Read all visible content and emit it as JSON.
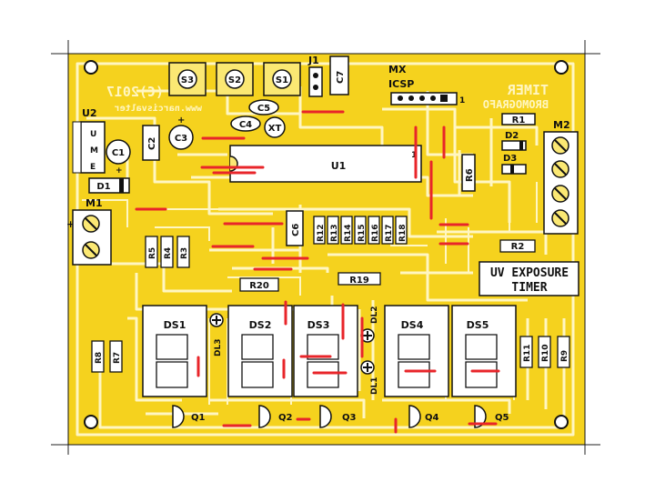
{
  "board": {
    "title_line1": "UV EXPOSURE",
    "title_line2": "TIMER",
    "mirror_brand_1": "TIMER",
    "mirror_brand_2": "BROMOGRAFO",
    "mirror_copyright": "(C)2017",
    "mirror_url": "www.narcisvalter",
    "colors": {
      "copper": "#f5d21e",
      "copper_light": "#fbe873",
      "board": "#ffffff",
      "jumper": "#e8252a",
      "silk": "#111111"
    }
  },
  "labels": {
    "u1": "U1",
    "u2": "U2",
    "mx": "MX",
    "icsp": "ICSP",
    "j1": "J1",
    "m1": "M1",
    "m2": "M2",
    "s1": "S1",
    "s2": "S2",
    "s3": "S3",
    "c1": "C1",
    "c2": "C2",
    "c3": "C3",
    "c4": "C4",
    "c5": "C5",
    "c6": "C6",
    "c7": "C7",
    "xt": "XT",
    "d1": "D1",
    "d2": "D2",
    "d3": "D3",
    "r1": "R1",
    "r2": "R2",
    "r3": "R3",
    "r4": "R4",
    "r5": "R5",
    "r6": "R6",
    "r7": "R7",
    "r8": "R8",
    "r9": "R9",
    "r10": "R10",
    "r11": "R11",
    "r12": "R12",
    "r13": "R13",
    "r14": "R14",
    "r15": "R15",
    "r16": "R16",
    "r17": "R17",
    "r18": "R18",
    "r19": "R19",
    "r20": "R20",
    "ds1": "DS1",
    "ds2": "DS2",
    "ds3": "DS3",
    "ds4": "DS4",
    "ds5": "DS5",
    "q1": "Q1",
    "q2": "Q2",
    "q3": "Q3",
    "q4": "Q4",
    "q5": "Q5",
    "dl1": "DL1",
    "dl2": "DL2",
    "dl3": "DL3",
    "u2_pins": [
      "E",
      "M",
      "U"
    ],
    "pin1": "1",
    "plus": "+"
  }
}
